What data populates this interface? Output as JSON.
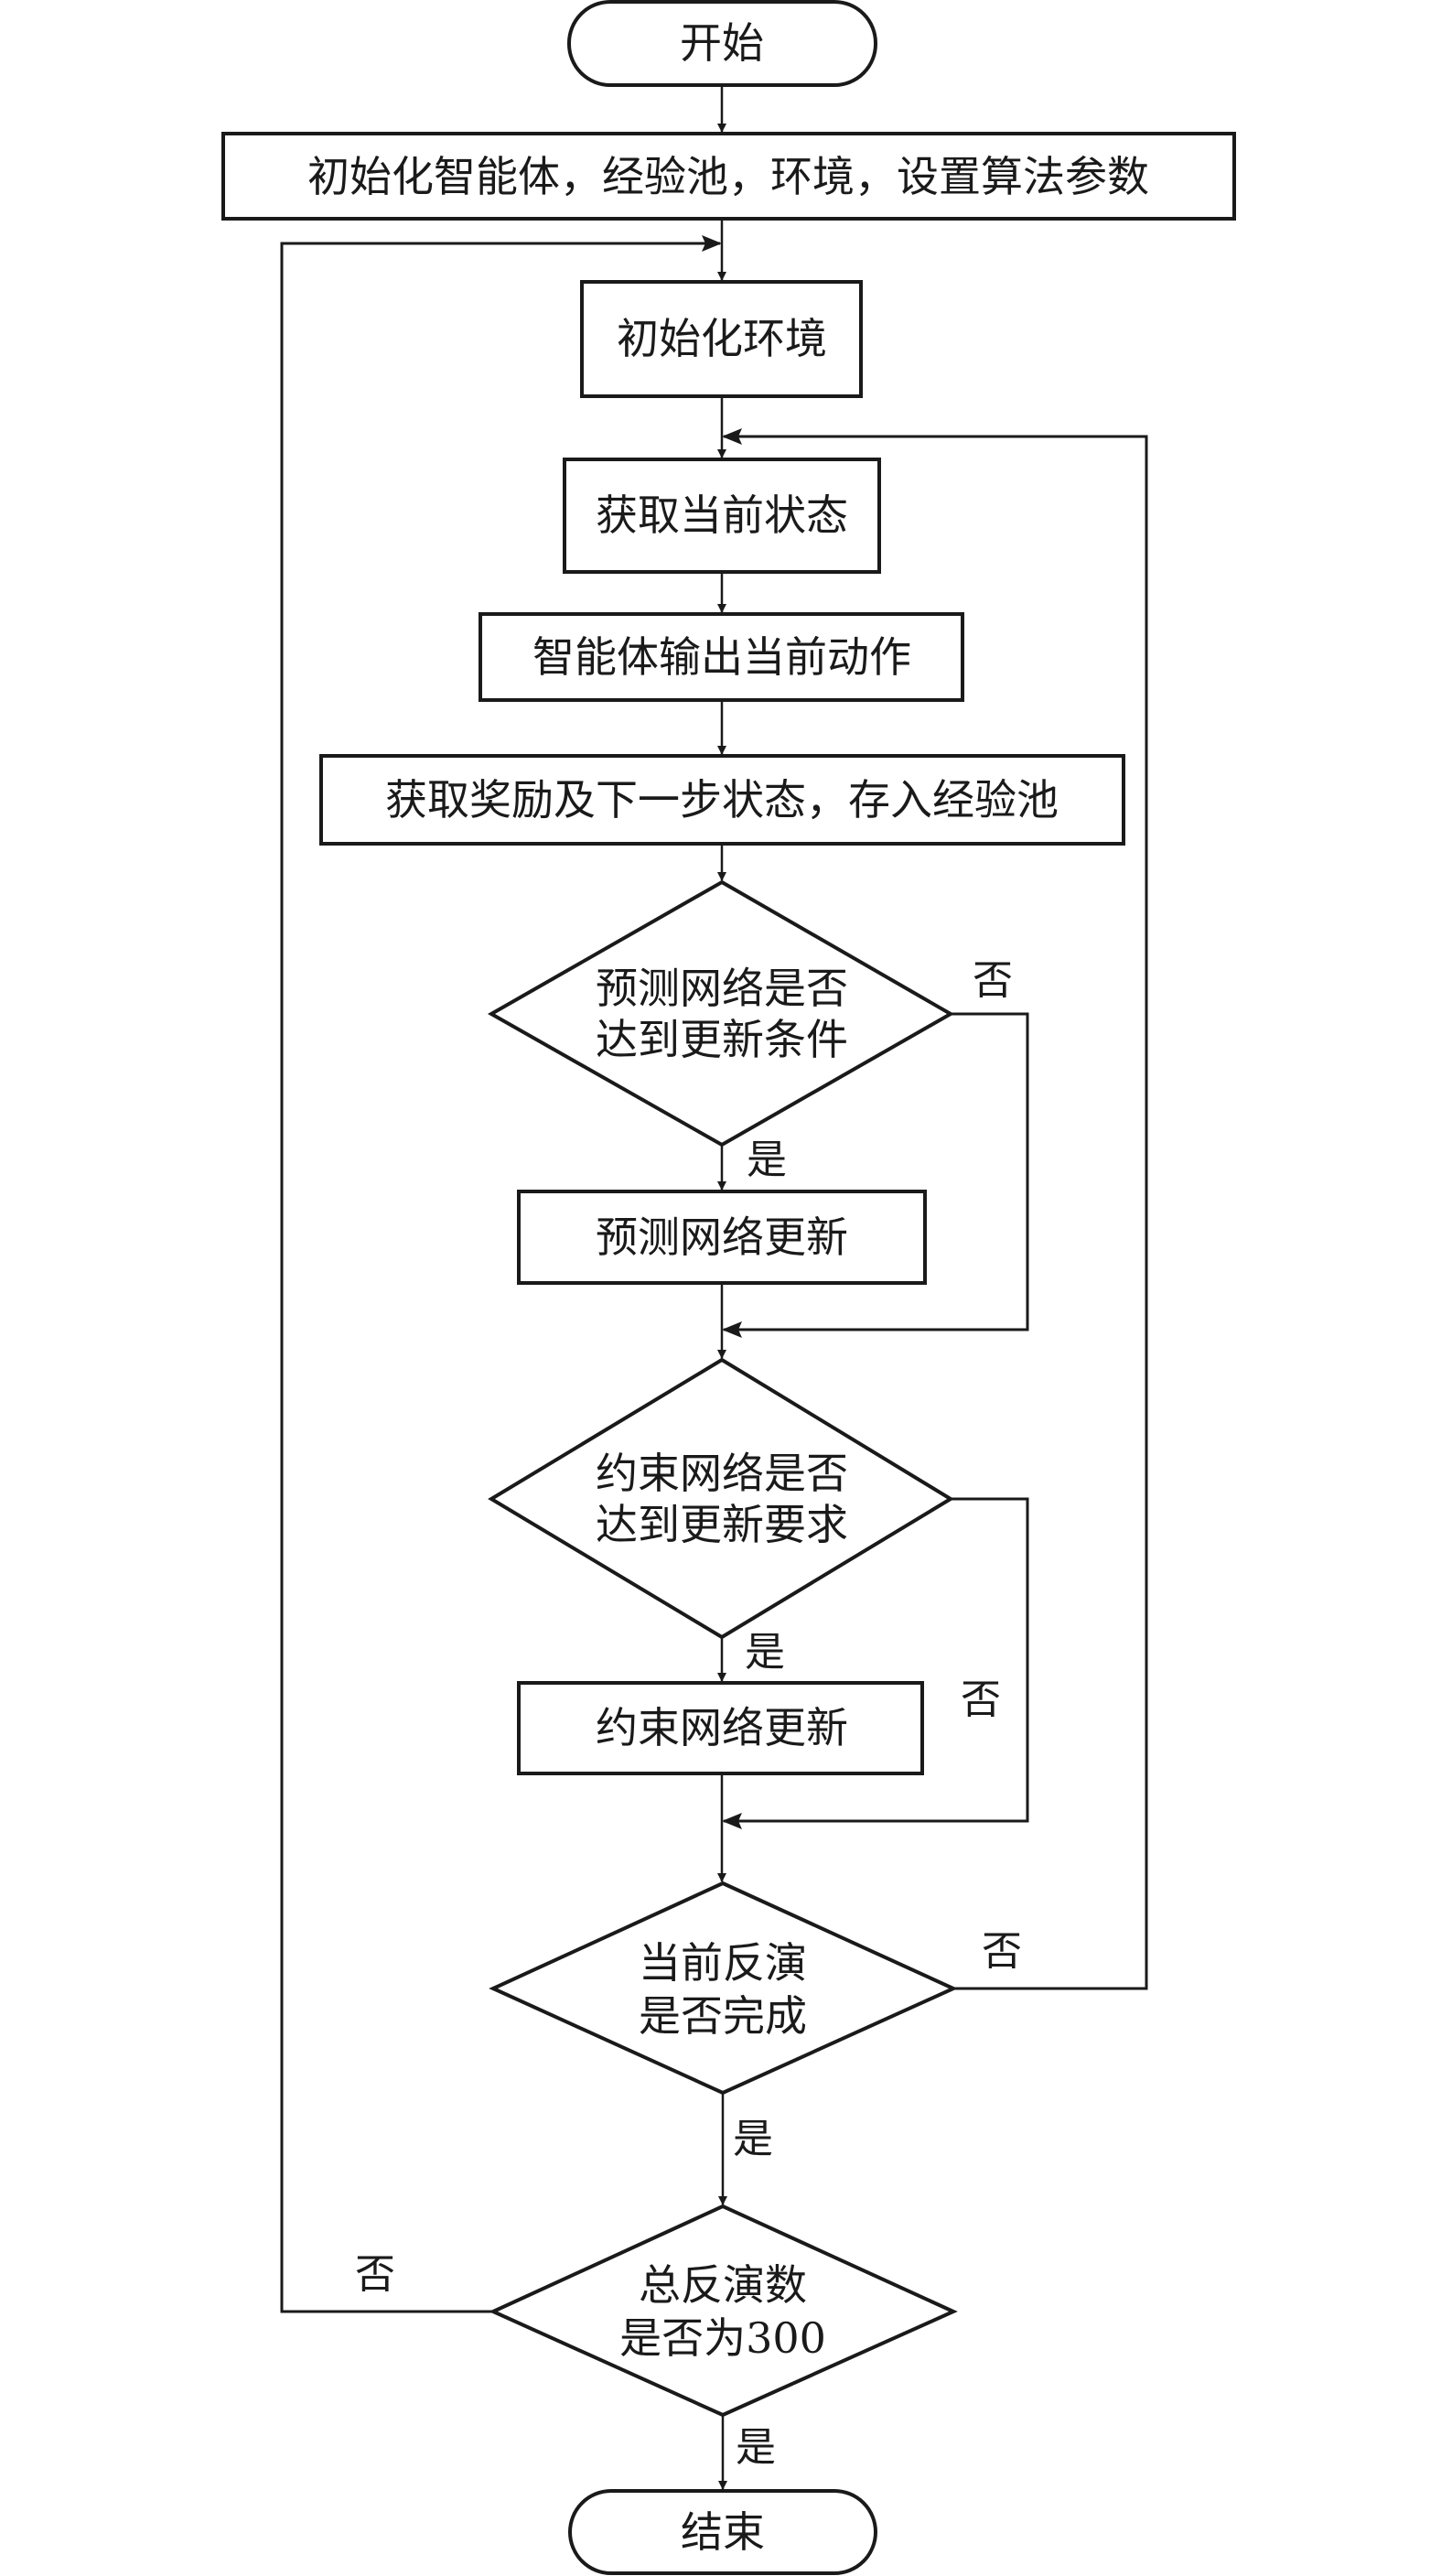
{
  "nodes": {
    "start": "开始",
    "init_all": "初始化智能体，经验池，环境，设置算法参数",
    "init_env": "初始化环境",
    "get_state": "获取当前状态",
    "agent_action": "智能体输出当前动作",
    "get_reward": "获取奖励及下一步状态，存入经验池",
    "predict_check_line1": "预测网络是否",
    "predict_check_line2": "达到更新条件",
    "predict_update": "预测网络更新",
    "constraint_check_line1": "约束网络是否",
    "constraint_check_line2": "达到更新要求",
    "constraint_update": "约束网络更新",
    "episode_check_line1": "当前反演",
    "episode_check_line2": "是否完成",
    "total_check_line1": "总反演数",
    "total_check_line2": "是否为300",
    "end": "结束"
  },
  "edges": {
    "yes": "是",
    "no": "否"
  }
}
